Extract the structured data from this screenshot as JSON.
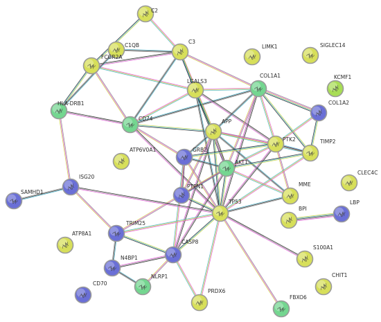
{
  "diagram": {
    "type": "protein-interaction-network",
    "nodes": [
      {
        "id": "C2",
        "label": "C2",
        "color": "#d7df5a"
      },
      {
        "id": "C1QB",
        "label": "C1QB",
        "color": "#d7df5a"
      },
      {
        "id": "FCGR2A",
        "label": "FCGR2A",
        "color": "#d7df5a"
      },
      {
        "id": "C3",
        "label": "C3",
        "color": "#d7df5a"
      },
      {
        "id": "LIMK1",
        "label": "LIMK1",
        "color": "#d7df5a"
      },
      {
        "id": "SIGLEC14",
        "label": "SIGLEC14",
        "color": "#d7df5a"
      },
      {
        "id": "KCMF1",
        "label": "KCMF1",
        "color": "#a8dd55"
      },
      {
        "id": "LGALS3",
        "label": "LGALS3",
        "color": "#d7df5a"
      },
      {
        "id": "COL1A1",
        "label": "COL1A1",
        "color": "#74d690"
      },
      {
        "id": "COL1A2",
        "label": "COL1A2",
        "color": "#6a6fd6"
      },
      {
        "id": "HLA-DRB1",
        "label": "HLA-DRB1",
        "color": "#74d690"
      },
      {
        "id": "CD74",
        "label": "CD74",
        "color": "#74d690"
      },
      {
        "id": "APP",
        "label": "APP",
        "color": "#d7df5a"
      },
      {
        "id": "PTK2",
        "label": "PTK2",
        "color": "#d7df5a"
      },
      {
        "id": "TIMP2",
        "label": "TIMP2",
        "color": "#d7df5a"
      },
      {
        "id": "ATP6V0A1",
        "label": "ATP6V0A1",
        "color": "#d7df5a"
      },
      {
        "id": "GRB2",
        "label": "GRB2",
        "color": "#6a6fd6"
      },
      {
        "id": "AKT1",
        "label": "AKT1",
        "color": "#74d690"
      },
      {
        "id": "ISG20",
        "label": "ISG20",
        "color": "#6a6fd6"
      },
      {
        "id": "CLEC4C",
        "label": "CLEC4C",
        "color": "#d7df5a"
      },
      {
        "id": "SAMHD1",
        "label": "SAMHD1",
        "color": "#6a6fd6"
      },
      {
        "id": "PTPN1",
        "label": "PTPN1",
        "color": "#6a6fd6"
      },
      {
        "id": "MME",
        "label": "MME",
        "color": "#d7df5a"
      },
      {
        "id": "TP53",
        "label": "TP53",
        "color": "#d7df5a"
      },
      {
        "id": "BPI",
        "label": "BPI",
        "color": "#d7df5a"
      },
      {
        "id": "LBP",
        "label": "LBP",
        "color": "#6a6fd6"
      },
      {
        "id": "TRIM25",
        "label": "TRIM25",
        "color": "#6a6fd6"
      },
      {
        "id": "ATP8A1",
        "label": "ATP8A1",
        "color": "#d7df5a"
      },
      {
        "id": "CASP8",
        "label": "CASP8",
        "color": "#6a6fd6"
      },
      {
        "id": "N4BP1",
        "label": "N4BP1",
        "color": "#6a6fd6"
      },
      {
        "id": "S100A1",
        "label": "S100A1",
        "color": "#d7df5a"
      },
      {
        "id": "CD70",
        "label": "CD70",
        "color": "#6a6fd6"
      },
      {
        "id": "NLRP1",
        "label": "NLRP1",
        "color": "#74d690"
      },
      {
        "id": "CHIT1",
        "label": "CHIT1",
        "color": "#d7df5a"
      },
      {
        "id": "PRDX6",
        "label": "PRDX6",
        "color": "#d7df5a"
      },
      {
        "id": "FBXO6",
        "label": "FBXO6",
        "color": "#74d690"
      }
    ],
    "edges": [
      [
        "C2",
        "C3"
      ],
      [
        "C2",
        "FCGR2A"
      ],
      [
        "C1QB",
        "C3"
      ],
      [
        "FCGR2A",
        "C3"
      ],
      [
        "FCGR2A",
        "CD74"
      ],
      [
        "FCGR2A",
        "LGALS3"
      ],
      [
        "FCGR2A",
        "HLA-DRB1"
      ],
      [
        "C1QB",
        "HLA-DRB1"
      ],
      [
        "C3",
        "LGALS3"
      ],
      [
        "C3",
        "COL1A1"
      ],
      [
        "C3",
        "APP"
      ],
      [
        "C3",
        "AKT1"
      ],
      [
        "C3",
        "CD74"
      ],
      [
        "HLA-DRB1",
        "CD74"
      ],
      [
        "HLA-DRB1",
        "ISG20"
      ],
      [
        "CD74",
        "LGALS3"
      ],
      [
        "CD74",
        "APP"
      ],
      [
        "CD74",
        "COL1A1"
      ],
      [
        "CD74",
        "TP53"
      ],
      [
        "CD74",
        "GRB2"
      ],
      [
        "LGALS3",
        "COL1A1"
      ],
      [
        "LGALS3",
        "APP"
      ],
      [
        "LGALS3",
        "TP53"
      ],
      [
        "LGALS3",
        "PTK2"
      ],
      [
        "COL1A1",
        "COL1A2"
      ],
      [
        "COL1A1",
        "PTK2"
      ],
      [
        "COL1A1",
        "TIMP2"
      ],
      [
        "COL1A1",
        "APP"
      ],
      [
        "COL1A1",
        "TP53"
      ],
      [
        "COL1A1",
        "AKT1"
      ],
      [
        "COL1A2",
        "PTK2"
      ],
      [
        "COL1A2",
        "TIMP2"
      ],
      [
        "APP",
        "GRB2"
      ],
      [
        "APP",
        "AKT1"
      ],
      [
        "APP",
        "PTK2"
      ],
      [
        "APP",
        "TIMP2"
      ],
      [
        "APP",
        "TP53"
      ],
      [
        "APP",
        "MME"
      ],
      [
        "APP",
        "CASP8"
      ],
      [
        "APP",
        "PTPN1"
      ],
      [
        "PTK2",
        "AKT1"
      ],
      [
        "PTK2",
        "GRB2"
      ],
      [
        "PTK2",
        "TIMP2"
      ],
      [
        "PTK2",
        "TP53"
      ],
      [
        "PTK2",
        "MME"
      ],
      [
        "TIMP2",
        "TP53"
      ],
      [
        "TIMP2",
        "AKT1"
      ],
      [
        "GRB2",
        "AKT1"
      ],
      [
        "GRB2",
        "PTPN1"
      ],
      [
        "GRB2",
        "TP53"
      ],
      [
        "GRB2",
        "CASP8"
      ],
      [
        "AKT1",
        "TP53"
      ],
      [
        "AKT1",
        "PTPN1"
      ],
      [
        "AKT1",
        "CASP8"
      ],
      [
        "AKT1",
        "TRIM25"
      ],
      [
        "AKT1",
        "MME"
      ],
      [
        "PTPN1",
        "TP53"
      ],
      [
        "ISG20",
        "SAMHD1"
      ],
      [
        "ISG20",
        "TP53"
      ],
      [
        "ISG20",
        "TRIM25"
      ],
      [
        "TP53",
        "TRIM25"
      ],
      [
        "TP53",
        "CASP8"
      ],
      [
        "TP53",
        "MME"
      ],
      [
        "TP53",
        "S100A1"
      ],
      [
        "TP53",
        "FBXO6"
      ],
      [
        "TP53",
        "PRDX6"
      ],
      [
        "TRIM25",
        "CASP8"
      ],
      [
        "TRIM25",
        "N4BP1"
      ],
      [
        "CASP8",
        "N4BP1"
      ],
      [
        "CASP8",
        "NLRP1"
      ],
      [
        "CASP8",
        "PRDX6"
      ],
      [
        "BPI",
        "LBP"
      ],
      [
        "N4BP1",
        "NLRP1"
      ]
    ]
  }
}
